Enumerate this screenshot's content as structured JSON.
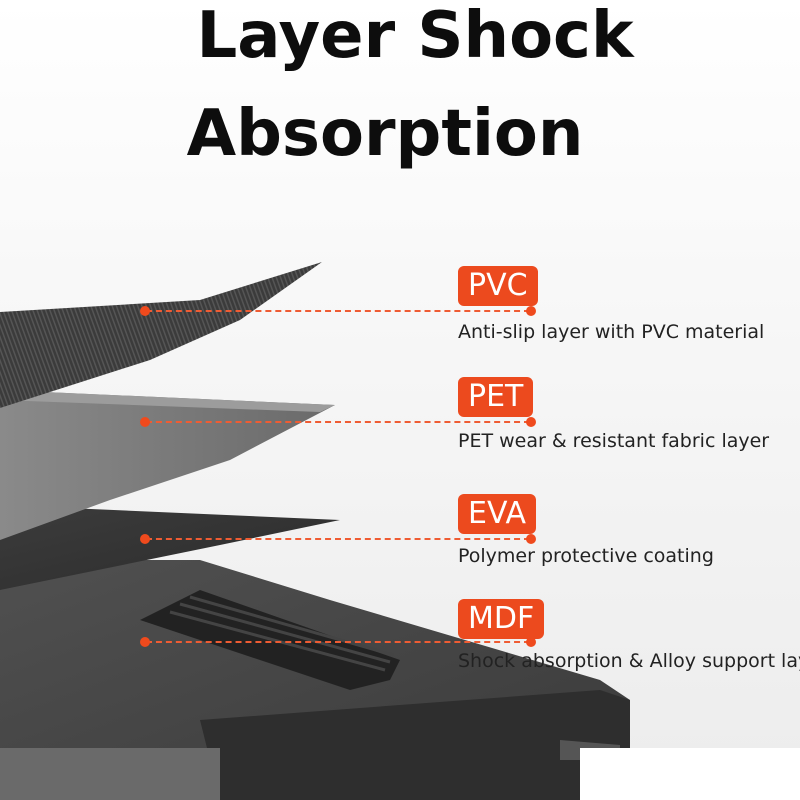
{
  "title": {
    "line1": "Layer Shock",
    "line2": "Absorption"
  },
  "layers": [
    {
      "badge": "PVC",
      "description": "Anti-slip layer with PVC material"
    },
    {
      "badge": "PET",
      "description": "PET wear  & resistant fabric layer"
    },
    {
      "badge": "EVA",
      "description": "Polymer protective coating"
    },
    {
      "badge": "MDF",
      "description": "Shock absorption & Alloy support layer"
    }
  ],
  "colors": {
    "accent": "#ec4a1e",
    "title": "#0d0d0d"
  }
}
